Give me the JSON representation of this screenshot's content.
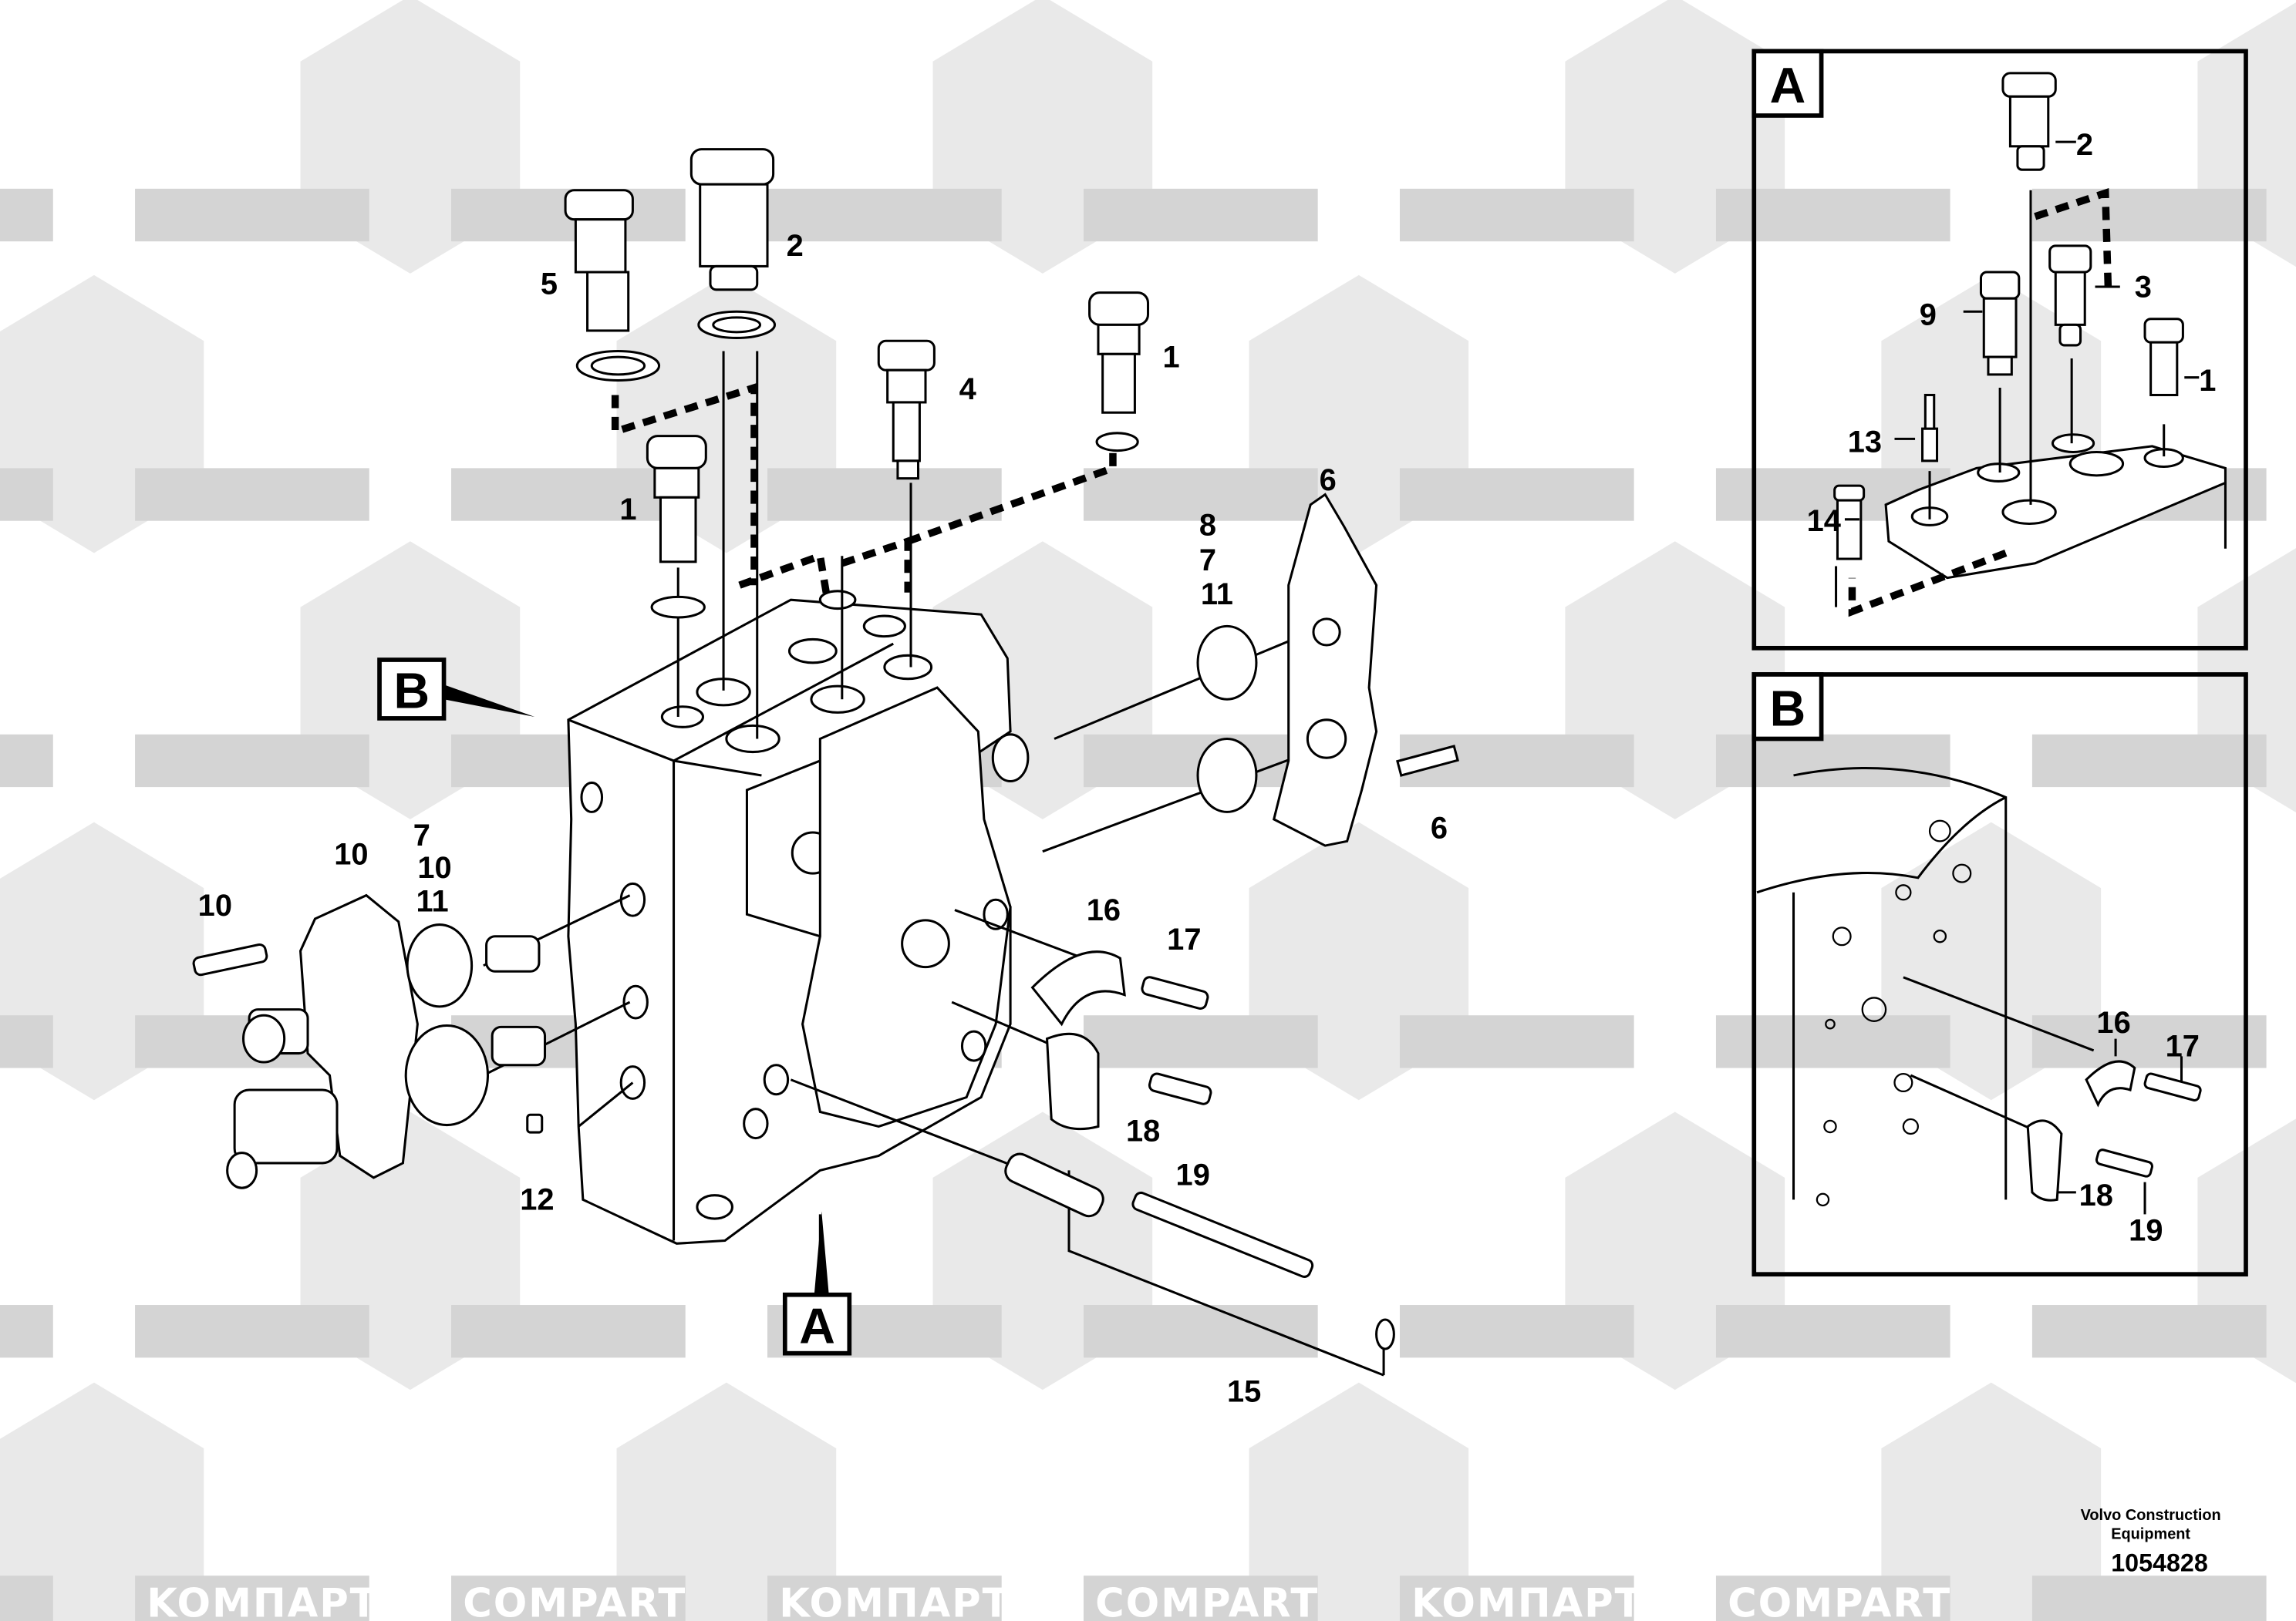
{
  "watermark": {
    "cyrillic": "KOMПАРТ",
    "latin": "COMPART",
    "band_color": "#d4d4d4",
    "hex_color": "#e9e9e9"
  },
  "main": {
    "view_labels": {
      "b": "B",
      "a": "A"
    },
    "callouts": [
      "5",
      "2",
      "4",
      "1",
      "1",
      "6",
      "8",
      "7",
      "11",
      "6",
      "10",
      "7",
      "10",
      "11",
      "10",
      "16",
      "17",
      "18",
      "19",
      "12",
      "15"
    ]
  },
  "detail_a": {
    "title": "A",
    "callouts": [
      "2",
      "3",
      "9",
      "1",
      "13",
      "14"
    ]
  },
  "detail_b": {
    "title": "B",
    "callouts": [
      "16",
      "17",
      "18",
      "19"
    ]
  },
  "footer": {
    "line1": "Volvo Construction",
    "line2": "Equipment",
    "number": "1054828"
  }
}
